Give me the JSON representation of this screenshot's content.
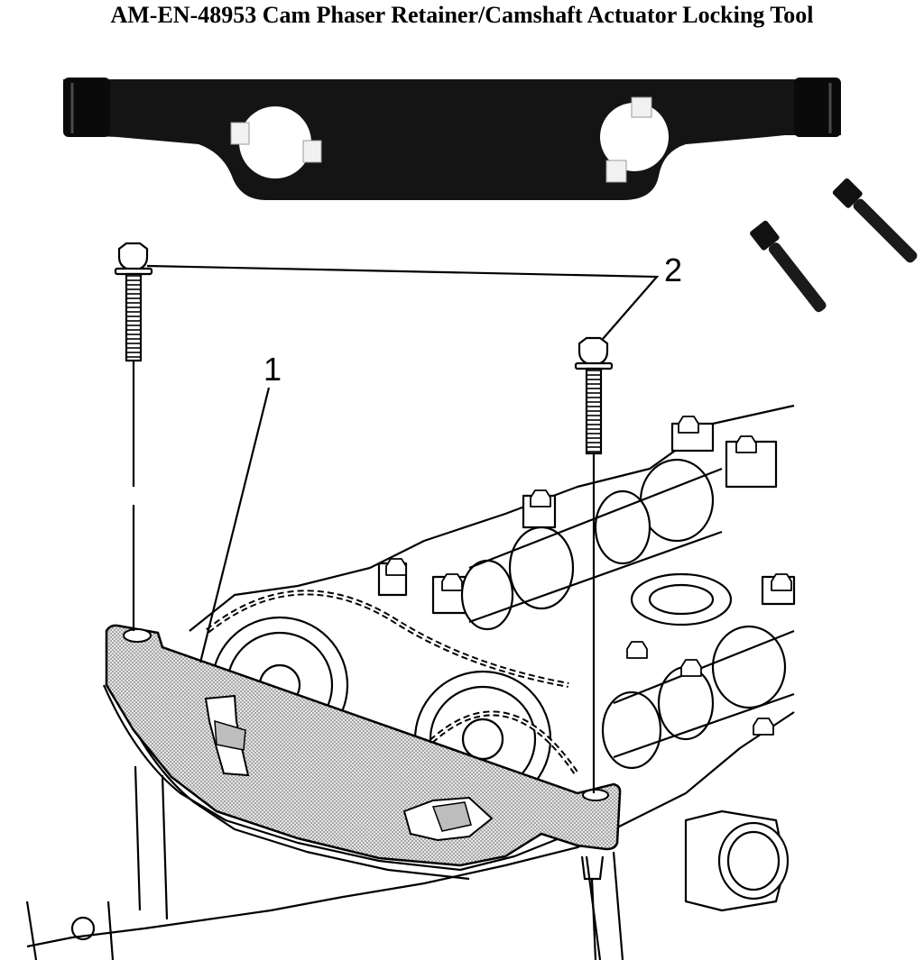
{
  "title": "AM-EN-48953 Cam Phaser Retainer/Camshaft Actuator Locking Tool",
  "callouts": {
    "tool_plate": "1",
    "bolts": "2"
  },
  "colors": {
    "tool_black": "#141414",
    "line": "#000000",
    "background": "#ffffff",
    "plate_fill": "#d9d9d9"
  }
}
